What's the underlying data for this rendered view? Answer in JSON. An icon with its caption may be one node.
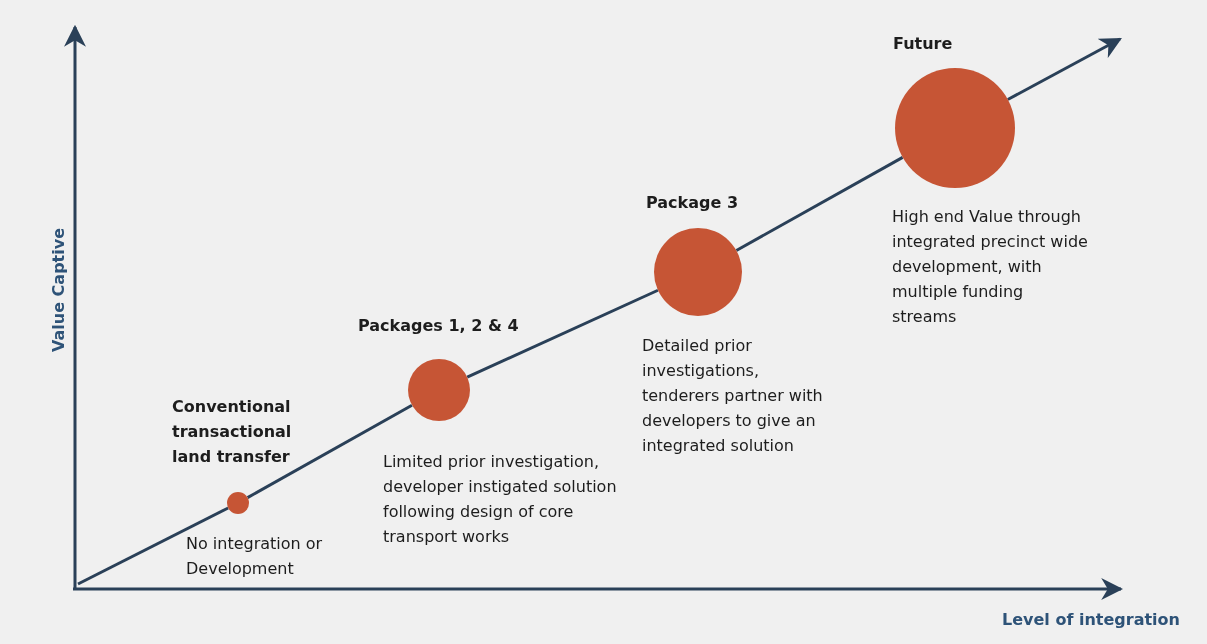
{
  "diagram": {
    "nodes": [
      {
        "text": [
          "Conventional transactional land transfer",
          "No integration or Development"
        ]
      },
      {
        "text": [
          "Packages 1, 2 & 4",
          "Limited prior investigation, developer instigated solution following design of core transport works"
        ]
      },
      {
        "text": [
          "Package 3",
          "Detailed prior investigations, tenderers partner with developers to give an integrated solution"
        ]
      },
      {
        "text": [
          "Future",
          "High end Value through integrated precinct wide development, with multiple funding streams"
        ]
      }
    ],
    "edges": [
      {
        "from": null,
        "to": 0,
        "arrow": "none"
      },
      {
        "from": 0,
        "to": 1,
        "arrow": "none"
      },
      {
        "from": 1,
        "to": 2,
        "arrow": "none"
      },
      {
        "from": 2,
        "to": 3,
        "arrow": "none"
      },
      {
        "from": 3,
        "to": null,
        "arrow": "to"
      }
    ],
    "labels": [
      "Value Captive",
      "Level of integration"
    ]
  }
}
